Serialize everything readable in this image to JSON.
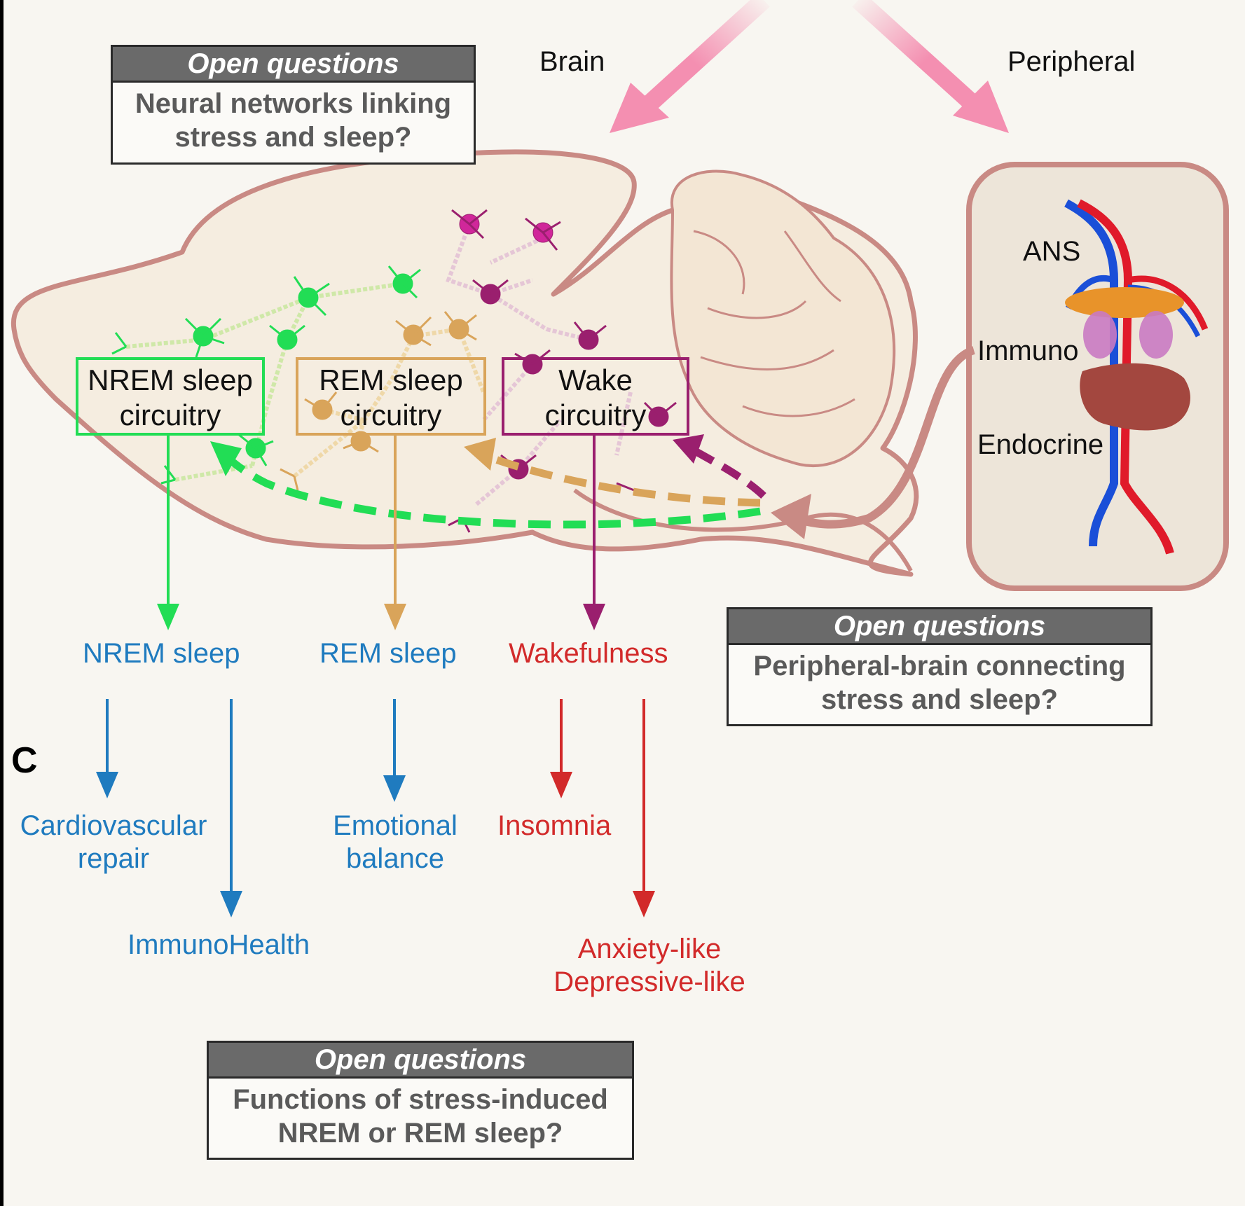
{
  "header": {
    "brain_label": "Brain",
    "peripheral_label": "Peripheral"
  },
  "open_questions": [
    {
      "heading": "Open questions",
      "text": "Neural networks linking\nstress and sleep?"
    },
    {
      "heading": "Open questions",
      "text": "Peripheral-brain connecting\nstress and sleep?"
    },
    {
      "heading": "Open questions",
      "text": "Functions of stress-induced\nNREM or REM sleep?"
    }
  ],
  "circuitry": {
    "nrem": "NREM sleep\ncircuitry",
    "rem": "REM sleep\ncircuitry",
    "wake": "Wake\ncircuitry"
  },
  "peripheral_organs": {
    "ans": "ANS",
    "immuno": "Immuno",
    "endocrine": "Endocrine"
  },
  "states": {
    "nrem": "NREM sleep",
    "rem": "REM sleep",
    "wake": "Wakefulness"
  },
  "outcomes": {
    "cardiovascular": "Cardiovascular\nrepair",
    "immunohealth": "ImmunoHealth",
    "emotional": "Emotional\nbalance",
    "insomnia": "Insomnia",
    "anxiety": "Anxiety-like\nDepressive-like"
  },
  "panel_letter": "C",
  "colors": {
    "nrem_green": "#22dd55",
    "rem_tan": "#d9a45a",
    "wake_purple": "#9a1f6e",
    "blue_text": "#1f7bbf",
    "red_text": "#d22a2a",
    "brain_outline": "#c98a84",
    "brain_fill": "#f5ede0",
    "pink_arrow": "#f48fb1"
  }
}
